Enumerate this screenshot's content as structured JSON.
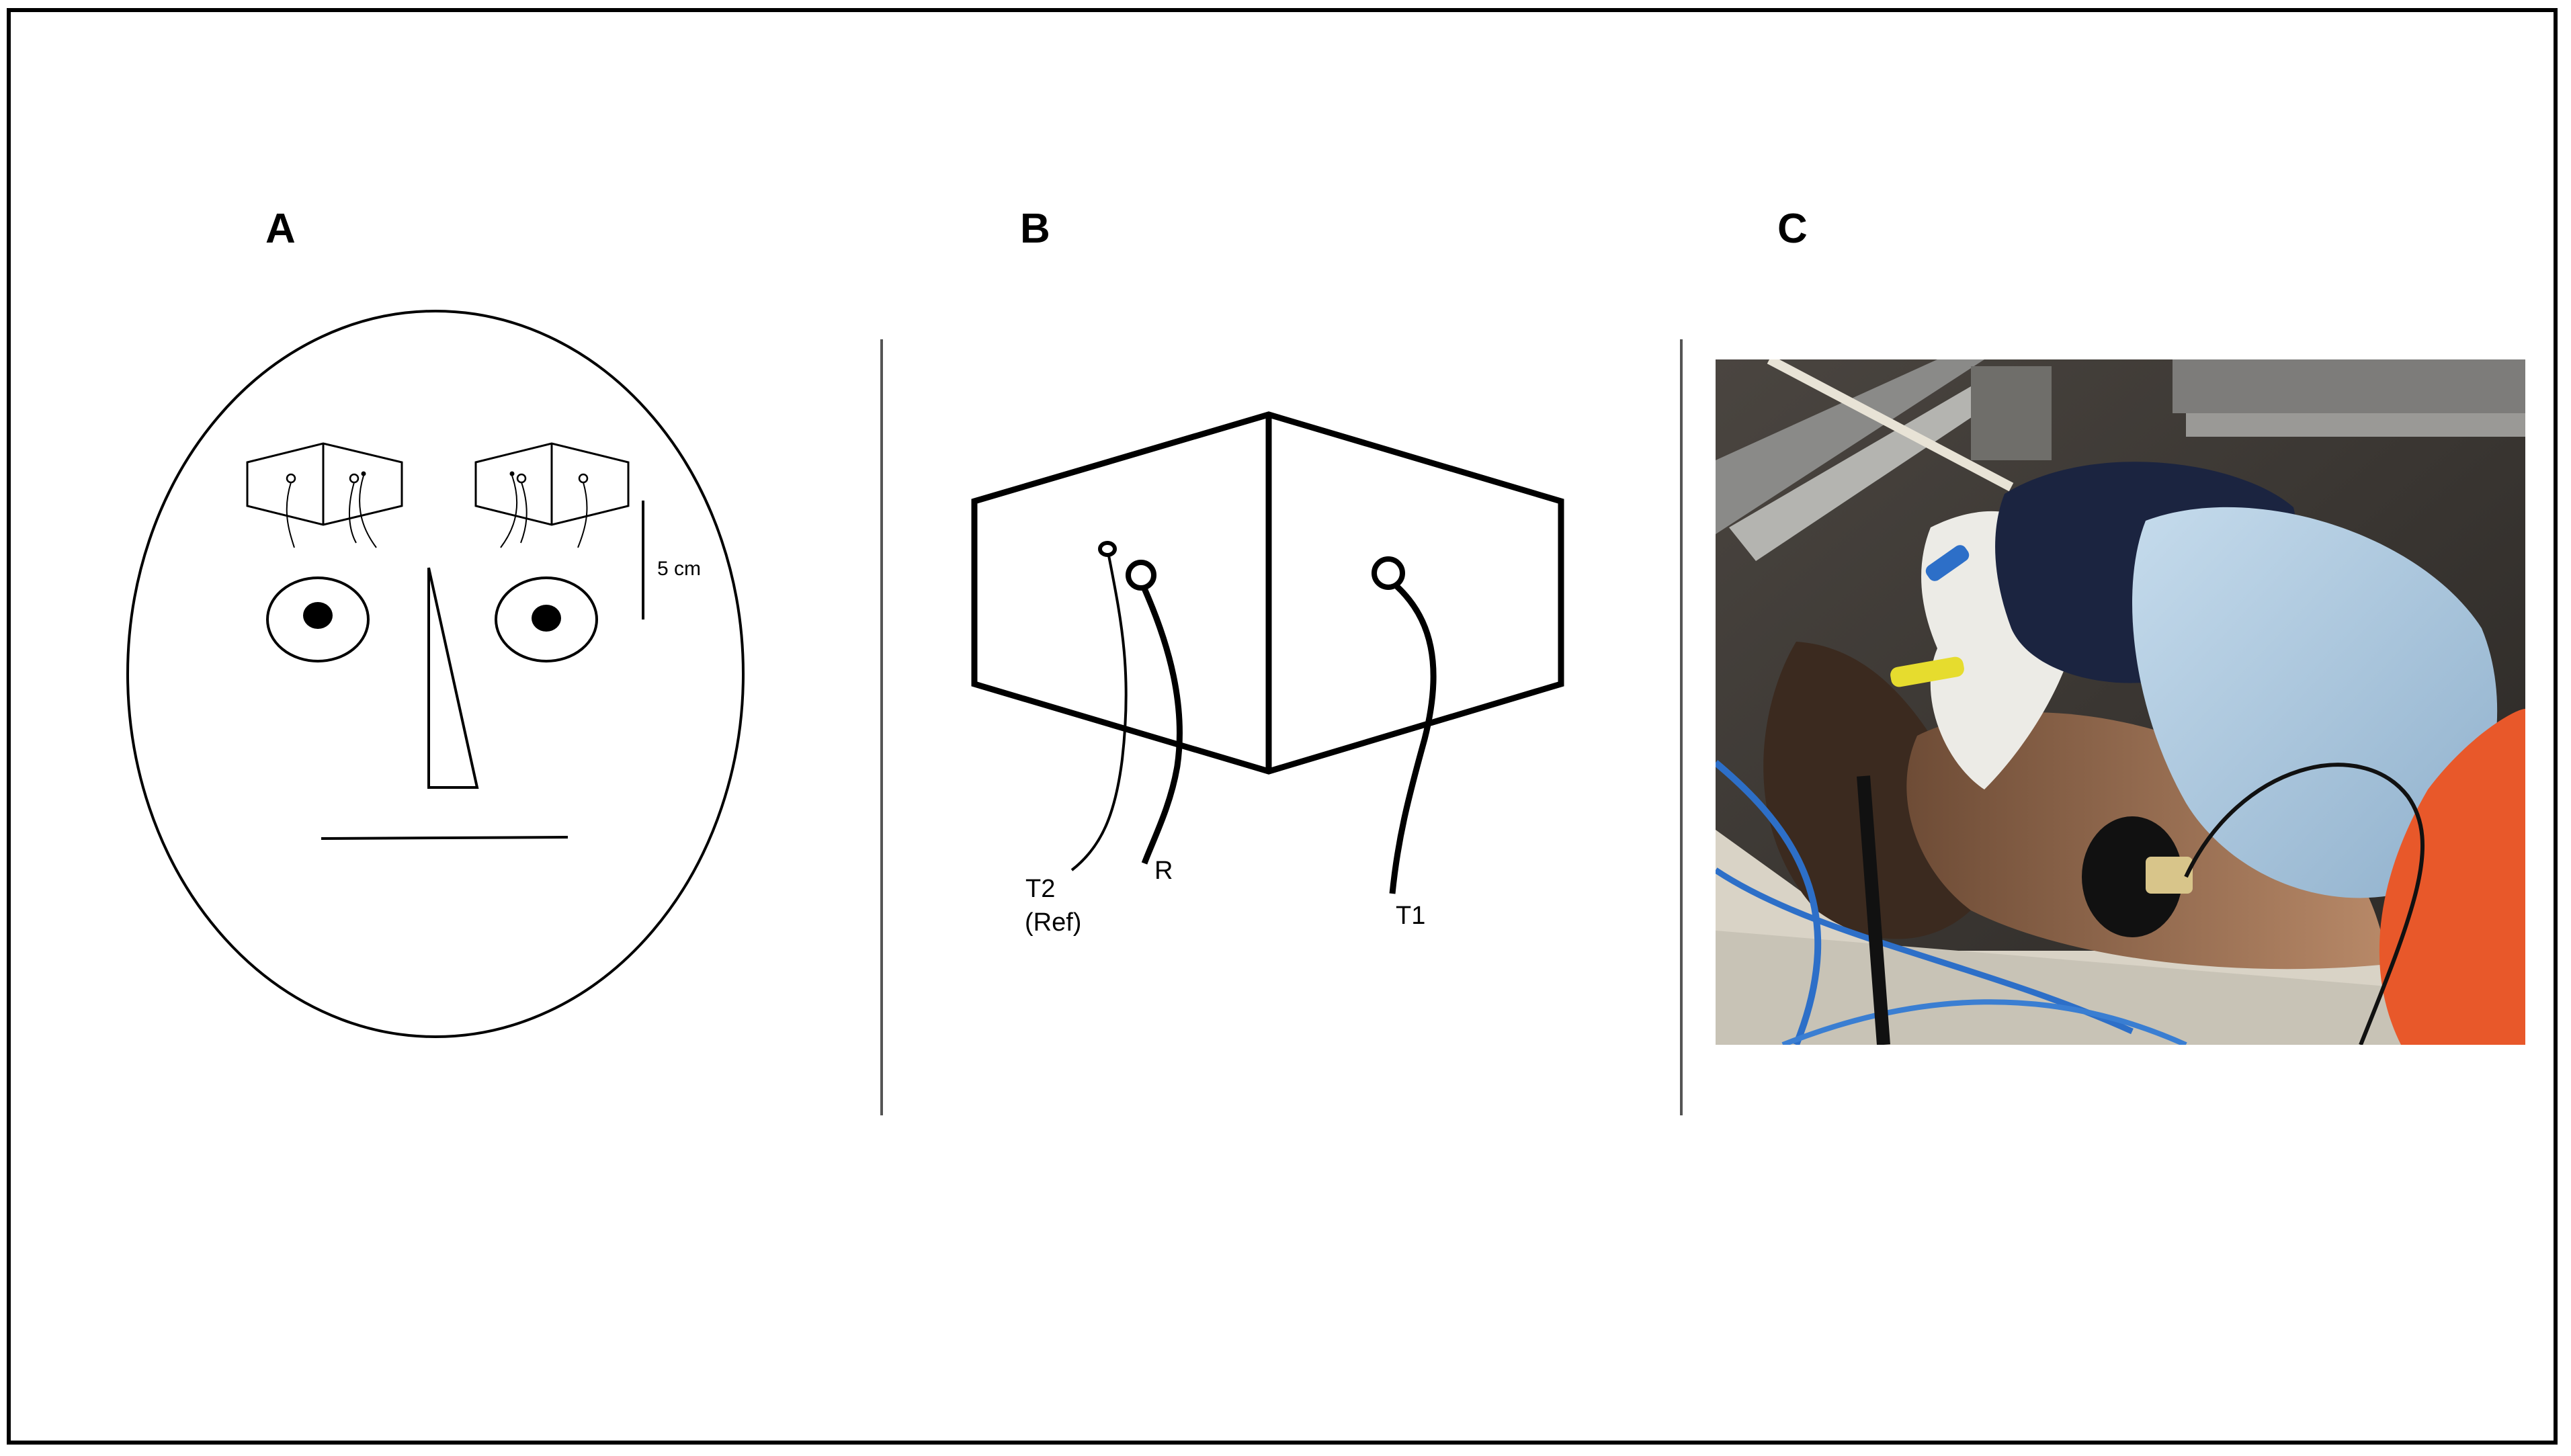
{
  "panels": {
    "a": {
      "letter": "A"
    },
    "b": {
      "letter": "B"
    },
    "c": {
      "letter": "C"
    }
  },
  "face": {
    "scale_label": "5 cm"
  },
  "electrodes": {
    "t2_label": "T2",
    "ref_label": "(Ref)",
    "r_label": "R",
    "t1_label": "T1"
  },
  "colors": {
    "line": "#000000",
    "divider": "#555555",
    "photo_bg": "#3a3631",
    "mask_blue": "#a9c6de",
    "cap_navy": "#1b2440",
    "shirt_orange": "#e8582a",
    "cable_blue": "#2d6fc8",
    "electrode_yellow": "#e6dc2e"
  }
}
